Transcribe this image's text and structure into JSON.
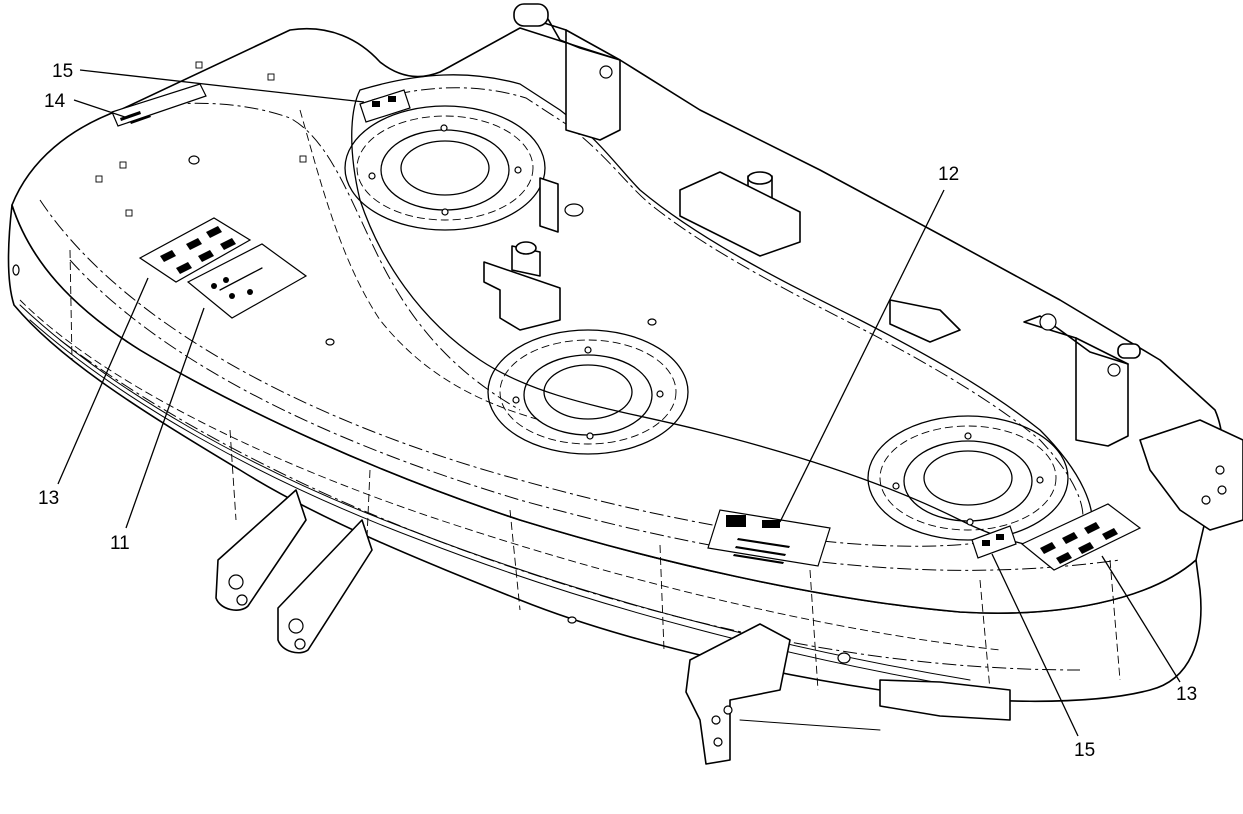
{
  "diagram": {
    "callouts": [
      {
        "id": "callout-15-top",
        "label": "15"
      },
      {
        "id": "callout-14",
        "label": "14"
      },
      {
        "id": "callout-12",
        "label": "12"
      },
      {
        "id": "callout-13-left",
        "label": "13"
      },
      {
        "id": "callout-11",
        "label": "11"
      },
      {
        "id": "callout-15-bottom",
        "label": "15"
      },
      {
        "id": "callout-13-right",
        "label": "13"
      }
    ]
  }
}
